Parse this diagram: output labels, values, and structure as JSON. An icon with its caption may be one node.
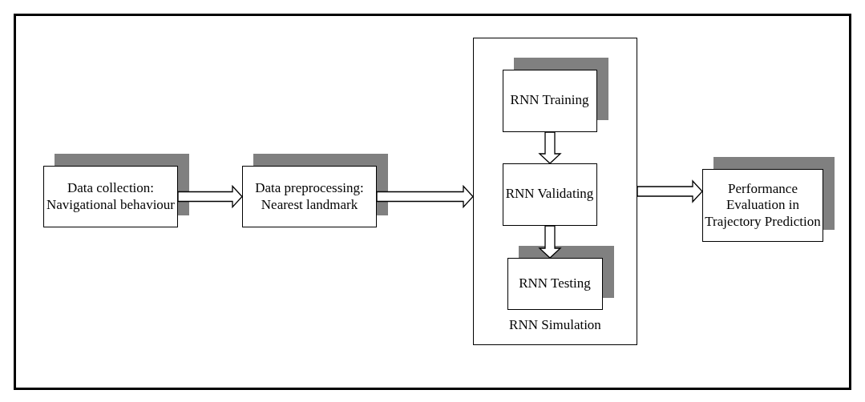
{
  "diagram": {
    "nodes": [
      {
        "text": [
          "Data collection: Navigational behaviour"
        ]
      },
      {
        "text": [
          "Data preprocessing: Nearest landmark"
        ]
      },
      {
        "text": [
          "RNN Simulation"
        ]
      },
      {
        "text": [
          "RNN Training"
        ],
        "in": 2
      },
      {
        "text": [
          "RNN Validating"
        ],
        "in": 2
      },
      {
        "text": [
          "RNN Testing"
        ],
        "in": 2
      },
      {
        "text": [
          "Performance Evaluation in Trajectory Prediction"
        ]
      }
    ],
    "edges": [
      {
        "from": 0,
        "to": 1,
        "arrow": "to"
      },
      {
        "from": 1,
        "to": 2,
        "arrow": "to"
      },
      {
        "from": 3,
        "to": 4,
        "arrow": "to"
      },
      {
        "from": 4,
        "to": 5,
        "arrow": "to"
      },
      {
        "from": 2,
        "to": 6,
        "arrow": "to"
      }
    ]
  }
}
